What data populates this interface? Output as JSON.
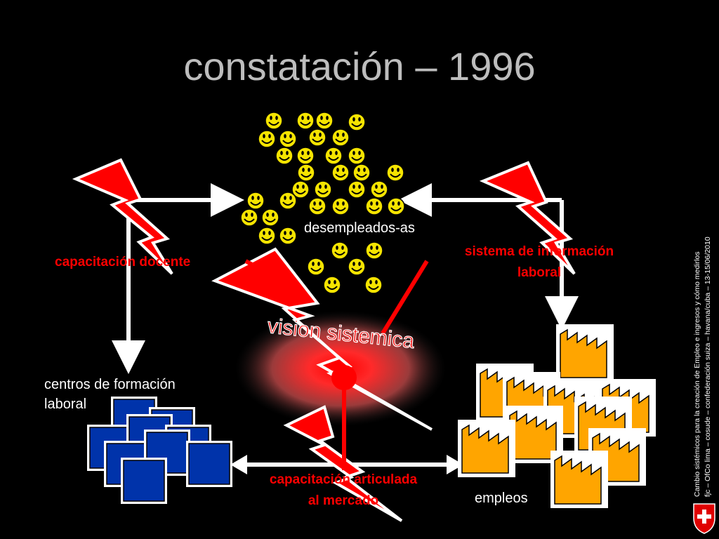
{
  "title": "constatación – 1996",
  "nodes": {
    "unemployed": "desempleados-as",
    "training_centers_line1": "centros de formación",
    "training_centers_line2": "laboral",
    "jobs": "empleos"
  },
  "issues": {
    "teacher_training": "capacitación docente",
    "labor_info_line1": "sistema de información",
    "labor_info_line2": "laboral",
    "market_training_line1": "capacitación articulada",
    "market_training_line2": "al mercado"
  },
  "center": "vision sistemica",
  "footer": {
    "line1": "Cambio sistémicos para la creación de Empleo e ingresos y cómo medirlos",
    "line2": "fjc – OfCo lima – cosude – confederación suiza –  havana/cuba – 13-15/06/2010"
  },
  "colors": {
    "background": "#000000",
    "bolt": "#ff0000",
    "smiley": "#f5e400",
    "factory": "#ffa500",
    "building": "#0033aa"
  }
}
